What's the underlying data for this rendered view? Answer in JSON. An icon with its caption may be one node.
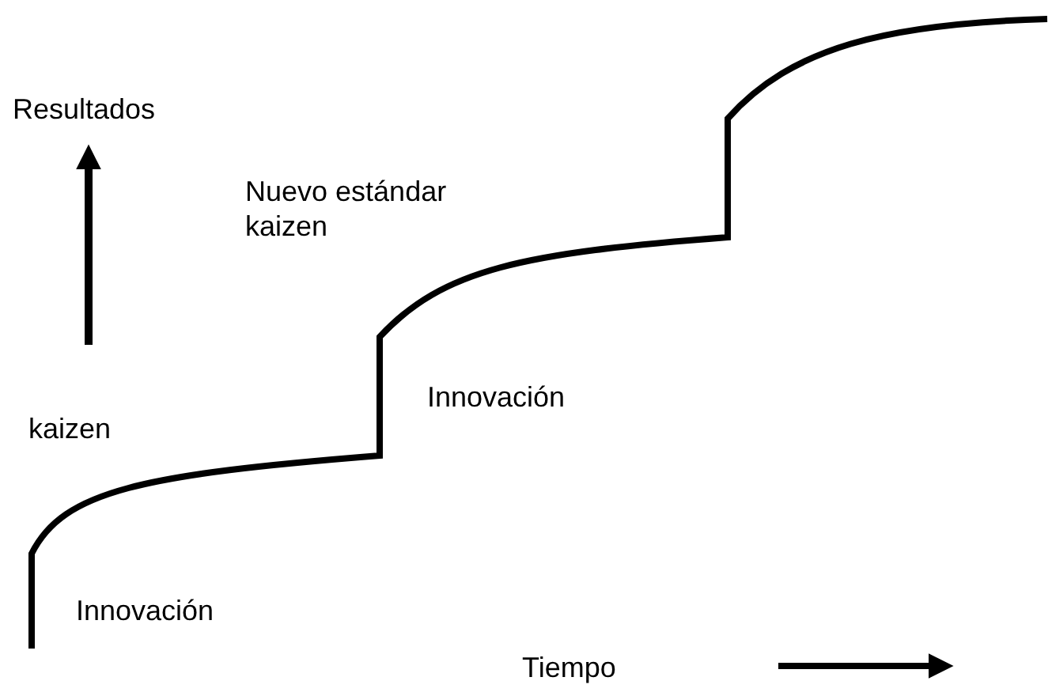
{
  "diagram": {
    "labels": [
      "Resultados",
      "Nuevo estándar kaizen",
      "Innovación",
      "kaizen",
      "Innovación",
      "Tiempo"
    ]
  }
}
